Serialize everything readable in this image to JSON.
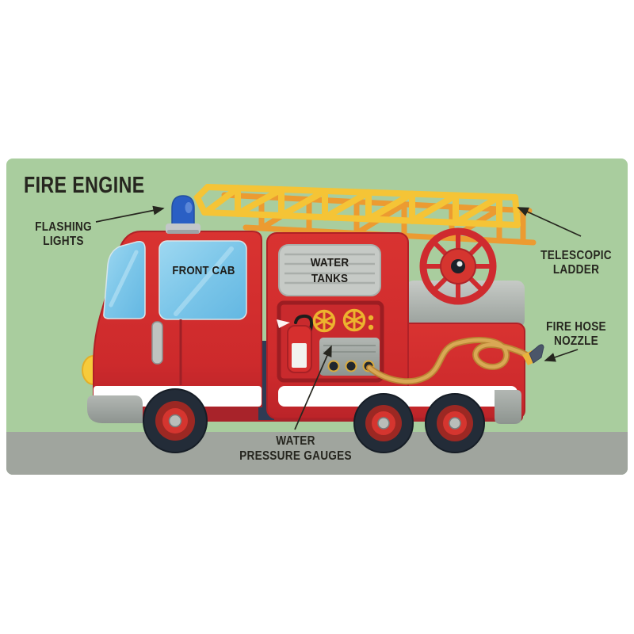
{
  "title": "FIRE ENGINE",
  "labels": {
    "flashing_lights": {
      "line1": "FLASHING",
      "line2": "LIGHTS"
    },
    "telescopic_ladder": {
      "line1": "TELESCOPIC",
      "line2": "LADDER"
    },
    "fire_hose_nozzle": {
      "line1": "FIRE HOSE",
      "line2": "NOZZLE"
    },
    "water_pressure_gauges": {
      "line1": "WATER",
      "line2": "PRESSURE GAUGES"
    }
  },
  "truck": {
    "front_cab": "FRONT CAB",
    "water_tanks": {
      "line1": "WATER",
      "line2": "TANKS"
    }
  },
  "colors": {
    "background_green": "#a9cd9e",
    "road_gray": "#a0a59e",
    "truck_red": "#d52f2e",
    "truck_red_dark": "#a8232a",
    "ladder_yellow": "#f5c436",
    "ladder_orange": "#ec9b31",
    "window_blue": "#7cc6e9",
    "beacon_blue": "#2a5fc4",
    "hose_tan": "#d3a04f",
    "panel_gray": "#b7bcb8",
    "tire_navy": "#232c38",
    "label_text": "#26261f"
  }
}
